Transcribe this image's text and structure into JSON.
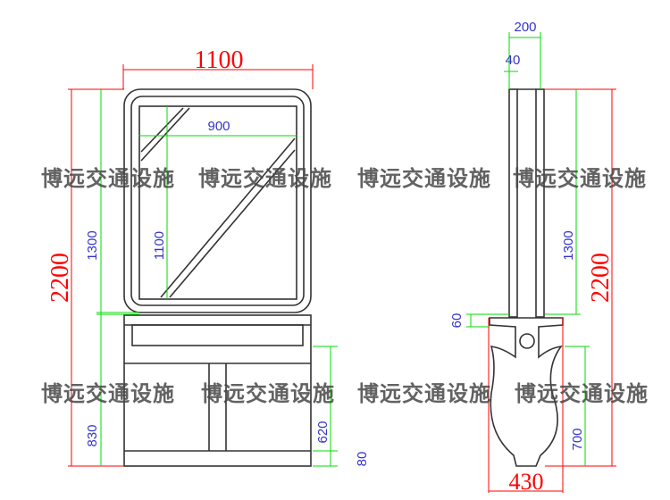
{
  "watermark": "博远交通设施",
  "front_view": {
    "width_label": "1100",
    "height_label": "2200",
    "mirror_height_label": "1300",
    "inner_width_label": "900",
    "inner_height_label": "1100",
    "lower_height_label": "830",
    "cabinet_height_label": "620",
    "base_height_label": "80"
  },
  "side_view": {
    "top_width_label": "200",
    "post_width_label": "40",
    "height_label": "2200",
    "upper_height_label": "1300",
    "plate_label": "60",
    "base_height_label": "700",
    "base_width_label": "430"
  },
  "colors": {
    "outline": "#333333",
    "dimension_major": "#ff0000",
    "dimension_minor": "#00dd00",
    "dimension_text": "#3333cc"
  }
}
